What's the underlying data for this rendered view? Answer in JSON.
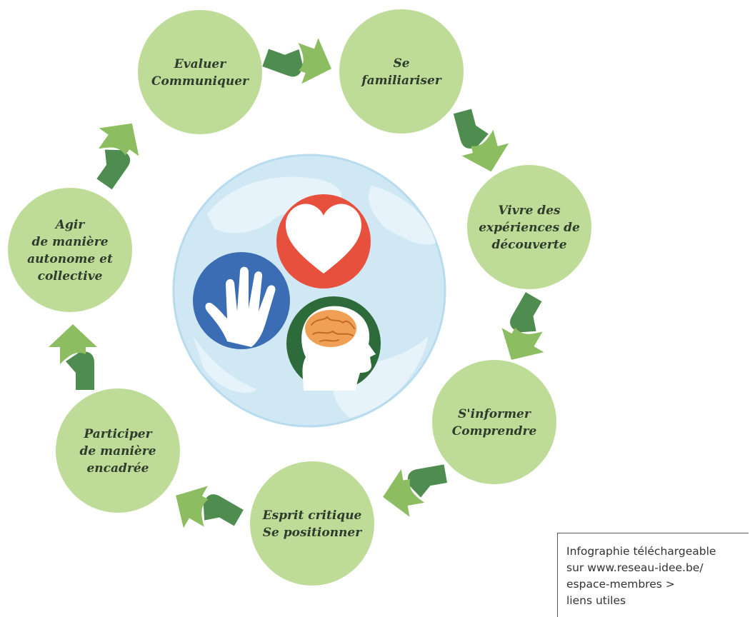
{
  "stages": [
    {
      "lines": [
        "Evaluer",
        "Communiquer"
      ]
    },
    {
      "lines": [
        "Se",
        "familiariser"
      ]
    },
    {
      "lines": [
        "Vivre des",
        "expériences de",
        "découverte"
      ]
    },
    {
      "lines": [
        "S'informer",
        "Comprendre"
      ]
    },
    {
      "lines": [
        "Esprit critique",
        "Se positionner"
      ]
    },
    {
      "lines": [
        "Participer",
        "de manière",
        "encadrée"
      ]
    },
    {
      "lines": [
        "Agir",
        "de manière",
        "autonome et",
        "collective"
      ]
    }
  ],
  "center_icons": [
    "globe-icon",
    "heart-icon",
    "hand-icon",
    "brain-head-icon"
  ],
  "caption": {
    "lines": [
      "Infographie téléchargeable",
      "sur www.reseau-idee.be/",
      "espace-membres >",
      "liens utiles"
    ]
  },
  "colors": {
    "circle": "#bfdb98",
    "arrow_light": "#8cbd60",
    "arrow_dark": "#4f8c50",
    "globe": "#cfe8f4",
    "heart_circle": "#e8503e",
    "hand_circle": "#3a6db3",
    "head_circle": "#2e6b3a",
    "brain": "#f0a054"
  }
}
